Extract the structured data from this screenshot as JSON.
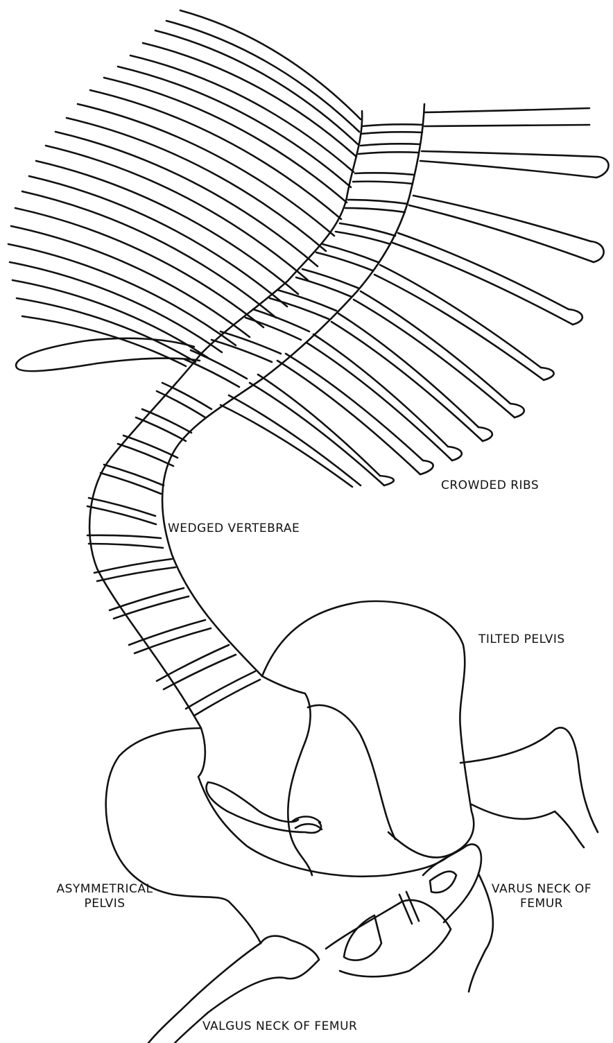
{
  "labels": {
    "crowded_ribs": "CROWDED RIBS",
    "wedged_vertebrae": "WEDGED VERTEBRAE",
    "tilted_pelvis": "TILTED PELVIS",
    "asymmetrical_pelvis": [
      "ASYMMETRICAL",
      "PELVIS"
    ],
    "varus_neck": [
      "VARUS NECK OF",
      "FEMUR"
    ],
    "valgus_neck": "VALGUS NECK OF FEMUR"
  },
  "colors": {
    "ink": "#111111",
    "paper": "#ffffff"
  }
}
